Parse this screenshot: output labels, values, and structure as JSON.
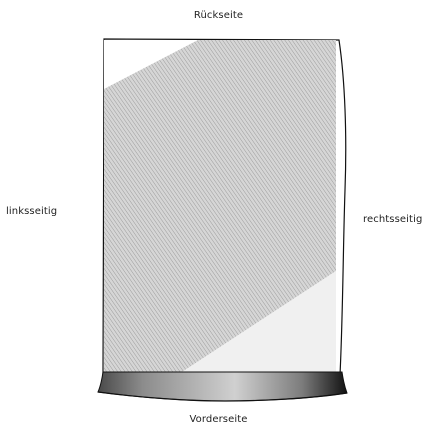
{
  "labels": {
    "back": "Rückseite",
    "front": "Vorderseite",
    "left": "linksseitig",
    "right": "rechtsseitig"
  },
  "colors": {
    "outline": "#111111",
    "side_shadow": "#1a1a1a",
    "front_band_dark": "#1c1c1c",
    "front_band_light": "#9a9a9a",
    "hatch_fill": "#c9c9c9",
    "light_fill": "#f1f1f1"
  },
  "icons": {
    "object": "seat-top-view-icon"
  }
}
